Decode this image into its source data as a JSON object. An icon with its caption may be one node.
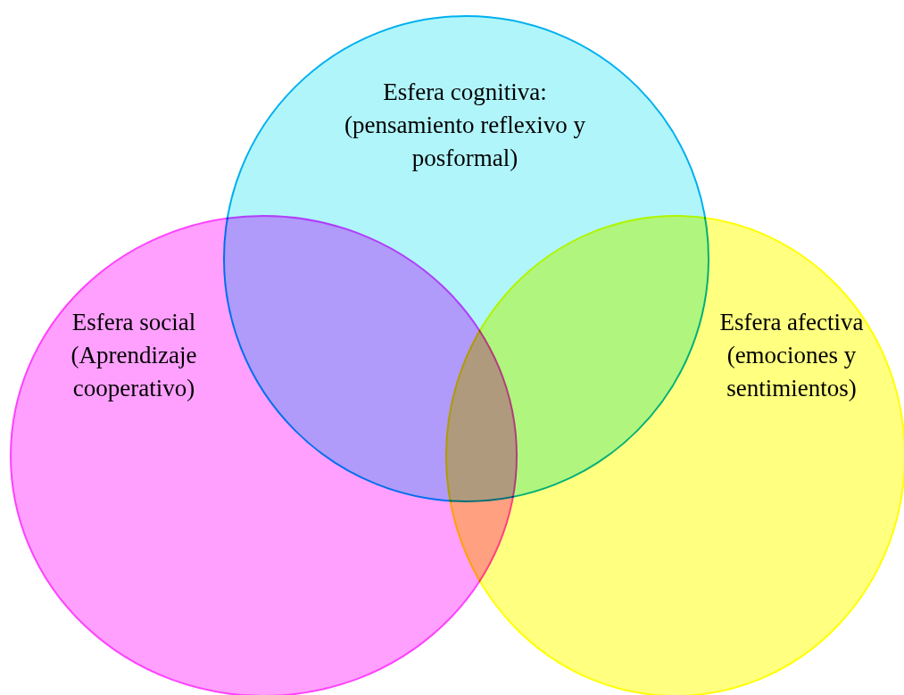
{
  "diagram": {
    "nodes": [
      {
        "text": [
          "Esfera cognitiva: (pensamiento reflexivo y posformal)"
        ]
      },
      {
        "text": [
          "Esfera social (Aprendizaje cooperativo)"
        ]
      },
      {
        "text": [
          "Esfera afectiva (emociones y sentimientos)"
        ]
      }
    ]
  }
}
